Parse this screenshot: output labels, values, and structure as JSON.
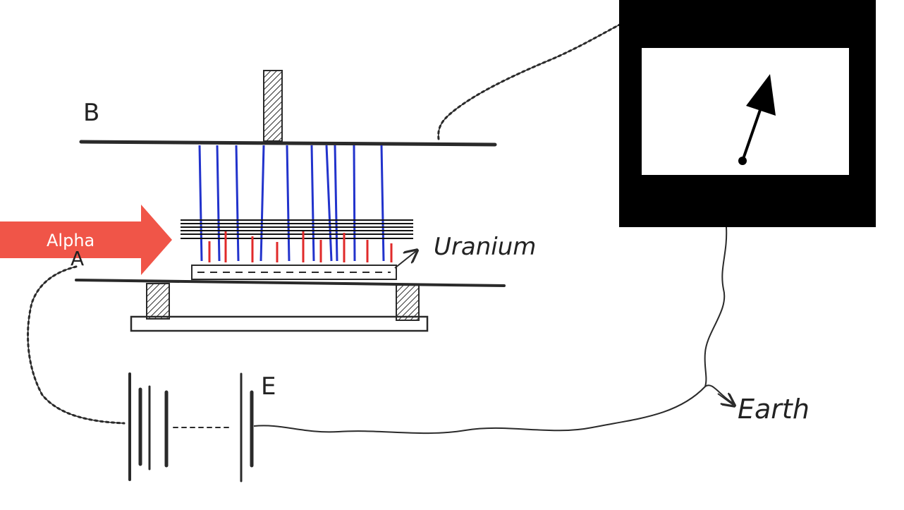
{
  "labels": {
    "plate_b": "B",
    "plate_a": "A",
    "battery": "E",
    "uranium": "Uranium",
    "earth": "Earth"
  },
  "callout": {
    "text": "Alpha",
    "color": "#f05548"
  },
  "colors": {
    "ink": "#2a2a2a",
    "blue_rays": "#2233cc",
    "red_rays": "#e02a2a",
    "meter_frame": "#000000",
    "meter_face": "#ffffff"
  },
  "icons": {
    "meter": "galvanometer-icon",
    "needle": "needle-icon"
  }
}
